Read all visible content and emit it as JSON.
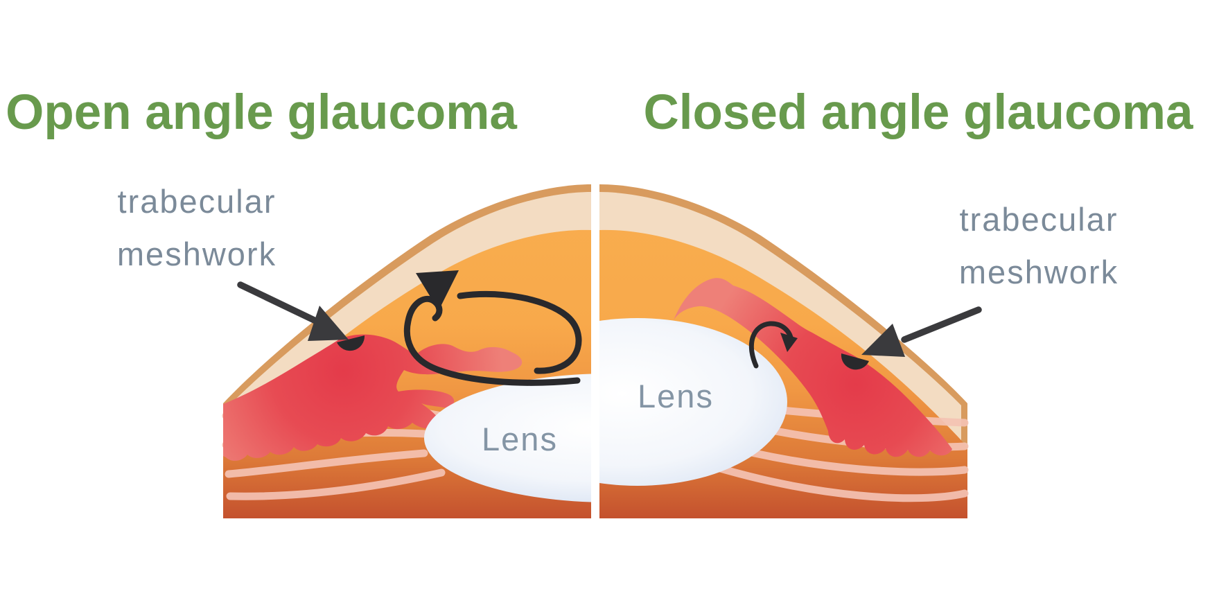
{
  "titles": {
    "left": "Open angle glaucoma",
    "right": "Closed angle glaucoma"
  },
  "labels": {
    "left_trabecular_line1": "trabecular",
    "left_trabecular_line2": "meshwork",
    "right_trabecular_line1": "trabecular",
    "right_trabecular_line2": "meshwork",
    "lens_left": "Lens",
    "lens_right": "Lens"
  },
  "icons": {
    "left_pointer_arrow": "arrow-pointing-down-right-to-trabecular-meshwork",
    "right_pointer_arrow": "arrow-pointing-down-left-to-trabecular-meshwork",
    "left_flow_arrow": "looping-aqueous-flow-arrow",
    "right_flow_arrow": "small-blocked-flow-hook-arrow",
    "trabecular_marker": "black-half-disc-marker"
  },
  "colors": {
    "background": "#ffffff",
    "title_green": "#689A4D",
    "label_gray": "#7B8A99",
    "lens_text_gray": "#8495A5",
    "cornea_border": "#D89B5E",
    "cornea_cream": "#F3DCC2",
    "aqueous_orange": "#F9AD4D",
    "base_orange": "#E98E3F",
    "base_rust": "#C4512E",
    "iris_red": "#E43B4A",
    "iris_salmon": "#EE8078",
    "zonule_pink": "#F4C2B3",
    "arrow_black": "#29292C",
    "pointer_gray_black": "#3A3A3D",
    "lens_fill_edge": "#C9D6EB",
    "lens_fill_center": "#FFFFFF"
  }
}
